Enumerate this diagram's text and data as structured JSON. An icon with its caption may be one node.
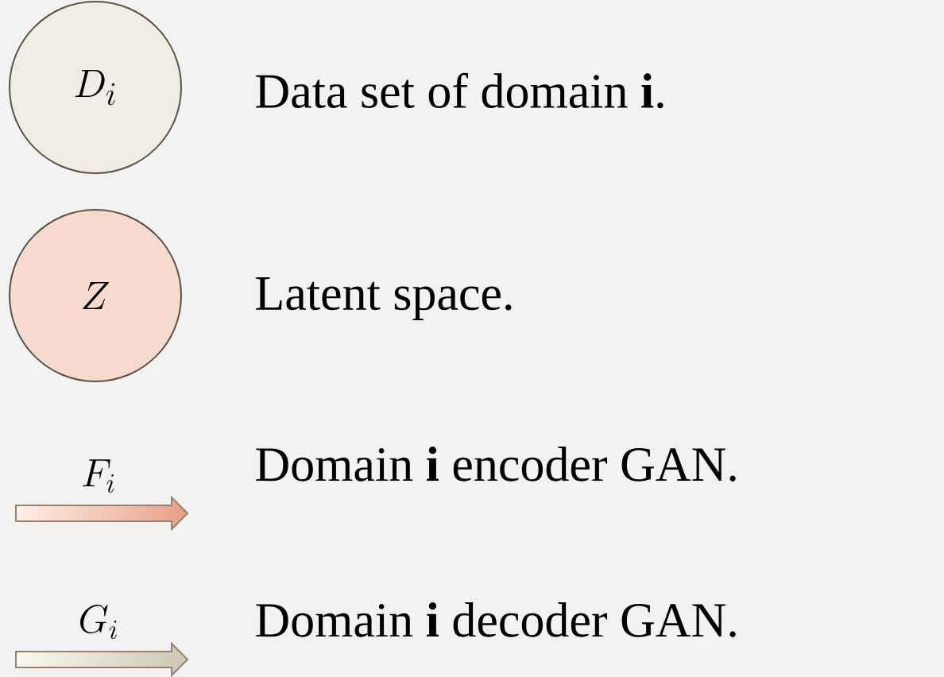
{
  "diagram": {
    "nodes": [
      {
        "text": [
          "D_i"
        ]
      },
      {
        "text": [
          "Z"
        ]
      }
    ],
    "labels": [
      "F_i",
      "G_i"
    ],
    "legend": [
      {
        "text": "Data set of domain **i**."
      },
      {
        "text": "Latent space."
      },
      {
        "text": "Domain **i** encoder GAN."
      },
      {
        "text": "Domain **i** decoder GAN."
      }
    ]
  }
}
